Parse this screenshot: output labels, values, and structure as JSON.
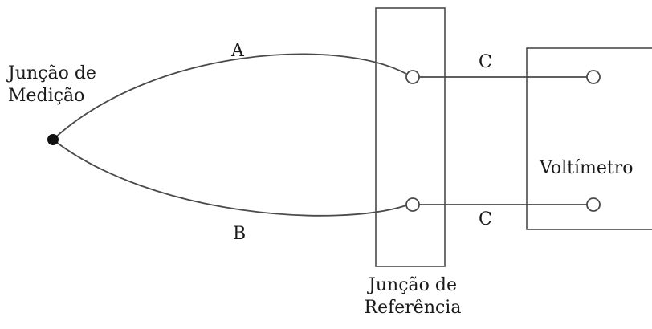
{
  "labels": {
    "measurement_junction": [
      "Junção de",
      "Medição"
    ],
    "wire_a": "A",
    "wire_b": "B",
    "wire_c_top": "C",
    "wire_c_bottom": "C",
    "voltmeter": "Voltímetro",
    "reference_junction": [
      "Junção de",
      "Referência"
    ]
  },
  "colors": {
    "line": "#4a4a4a",
    "text": "#1a1a1a",
    "background": "#ffffff"
  }
}
